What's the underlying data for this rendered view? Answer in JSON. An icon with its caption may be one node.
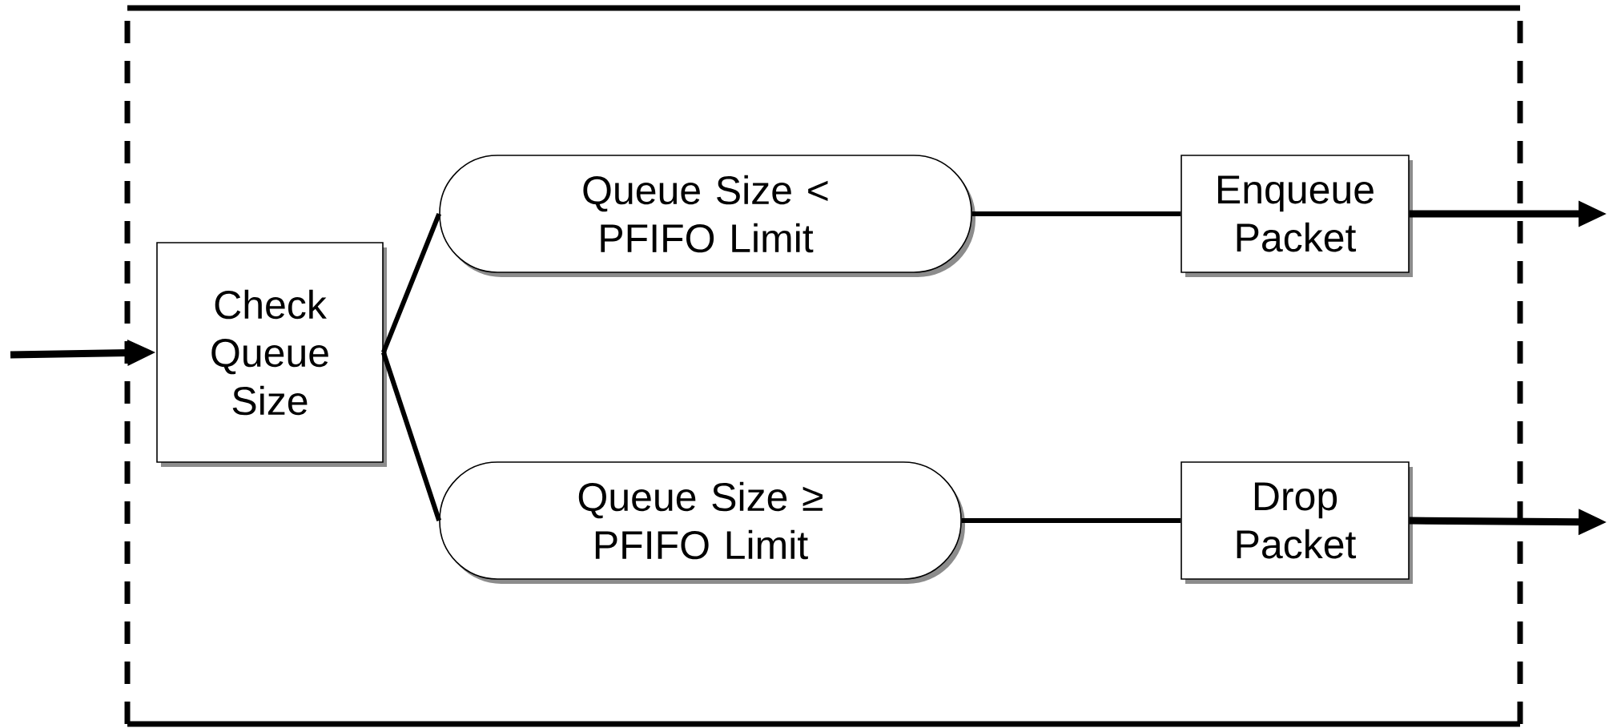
{
  "diagram": {
    "nodes": [
      {
        "text": [
          "Check Queue Size"
        ]
      },
      {
        "text": [
          "Queue Size < PFIFO Limit"
        ]
      },
      {
        "text": [
          "Enqueue Packet"
        ]
      },
      {
        "text": [
          "Queue Size ≥ PFIFO Limit"
        ]
      },
      {
        "text": [
          "Drop Packet"
        ]
      }
    ],
    "edges": [
      {
        "from": null,
        "to": 0,
        "arrow": "to"
      },
      {
        "from": 0,
        "to": 1,
        "arrow": "none"
      },
      {
        "from": 0,
        "to": 3,
        "arrow": "none"
      },
      {
        "from": 1,
        "to": 2,
        "arrow": "none"
      },
      {
        "from": 3,
        "to": 4,
        "arrow": "none"
      },
      {
        "from": 2,
        "to": null,
        "arrow": "to"
      },
      {
        "from": 4,
        "to": null,
        "arrow": "to"
      }
    ]
  }
}
